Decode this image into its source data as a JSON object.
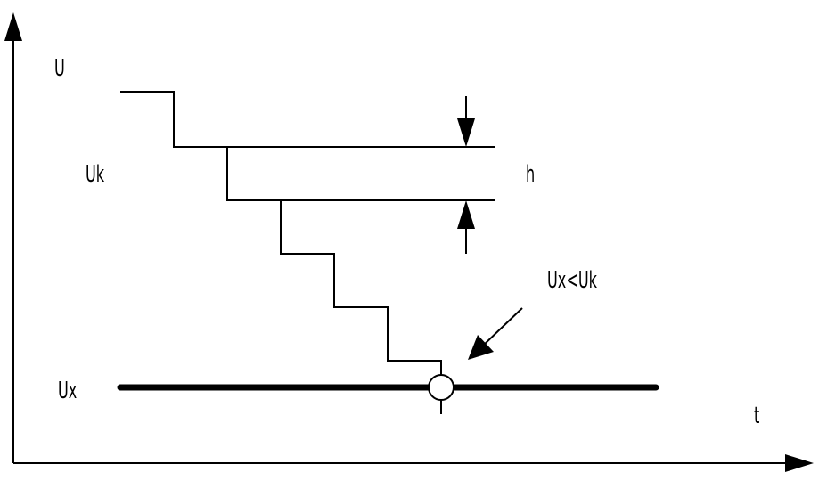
{
  "labels": {
    "y_axis": "U",
    "x_axis": "t",
    "uk": "Uk",
    "ux": "Ux",
    "step_height": "h",
    "condition": "Ux<Uk"
  },
  "colors": {
    "ink": "#000000",
    "background": "#ffffff"
  }
}
